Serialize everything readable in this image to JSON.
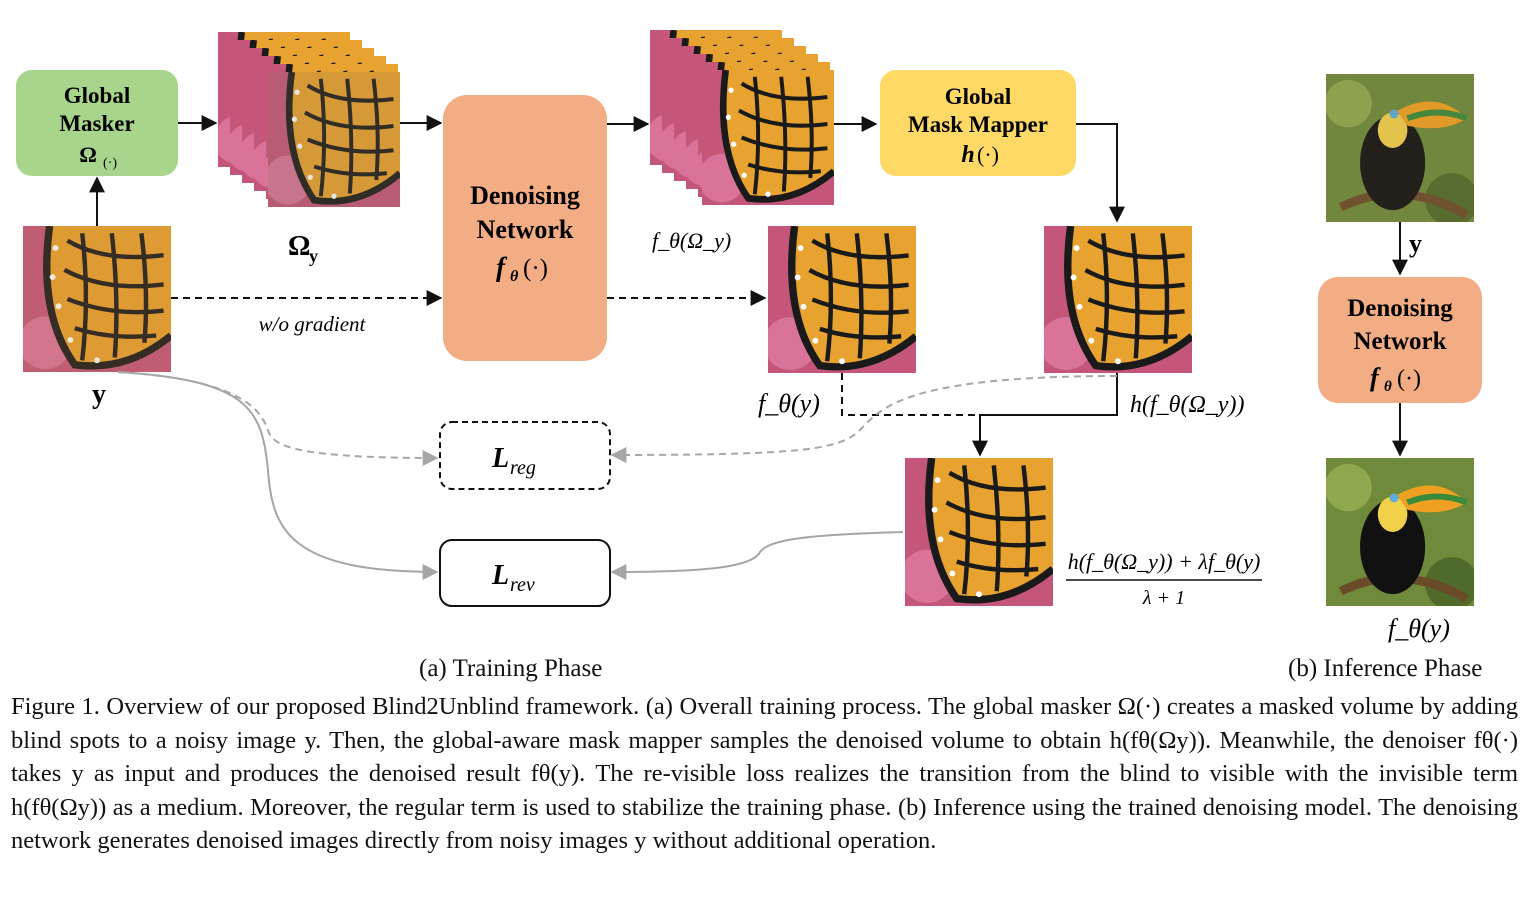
{
  "training": {
    "global_masker": {
      "line1": "Global",
      "line2": "Masker",
      "symbol": "Ω",
      "symbol_sub": "(·)"
    },
    "masked_volume_label": {
      "symbol": "Ω",
      "sub": "y"
    },
    "input_label": "y",
    "wo_gradient": "w/o gradient",
    "denoising_network": {
      "line1": "Denoising",
      "line2": "Network",
      "fn": "f",
      "fn_sub": "θ",
      "fn_arg": "(·)"
    },
    "volume_output_label": "f_θ(Ω_y)",
    "global_mask_mapper": {
      "line1": "Global",
      "line2": "Mask Mapper",
      "fn": "h",
      "fn_arg": "(·)"
    },
    "denoised_label": "f_θ(y)",
    "mapped_label": "h(f_θ(Ω_y))",
    "loss_reg": {
      "symbol": "L",
      "sub": "reg"
    },
    "loss_rev": {
      "symbol": "L",
      "sub": "rev"
    },
    "combined_numerator": "h(f_θ(Ω_y)) + λf_θ(y)",
    "combined_denominator": "λ + 1"
  },
  "inference": {
    "input_label": "y",
    "denoising_network": {
      "line1": "Denoising",
      "line2": "Network",
      "fn": "f",
      "fn_sub": "θ",
      "fn_arg": "(·)"
    },
    "output_label": "f_θ(y)"
  },
  "subcaptions": {
    "a": "(a) Training Phase",
    "b": "(b) Inference Phase"
  },
  "caption": {
    "p1": "Figure 1. Overview of our proposed Blind2Unblind framework. (a) Overall training process. The global masker Ω(·) creates a masked volume by adding blind spots to a noisy image y. Then, the global-aware mask mapper samples the denoised volume to obtain h(fθ(Ωy)). Meanwhile, the denoiser fθ(·) takes y as input and produces the denoised result fθ(y). The re-visible loss realizes the transition from the blind to visible with the invisible term h(fθ(Ωy)) as a medium. Moreover, the regular term is used to stabilize the training phase. (b) Inference using the trained denoising model. The denoising network generates denoised images directly from noisy images y without additional operation."
  },
  "colors": {
    "masker_fill": "#a8d58c",
    "denoiser_fill": "#f2ad84",
    "mapper_fill": "#fed966",
    "line": "#111111",
    "gray_line": "#a6a6a6",
    "butterfly_orange": "#e8a22f",
    "butterfly_pink": "#c4567a"
  },
  "icons": {
    "butterfly": "butterfly-image",
    "toucan": "toucan-image"
  }
}
